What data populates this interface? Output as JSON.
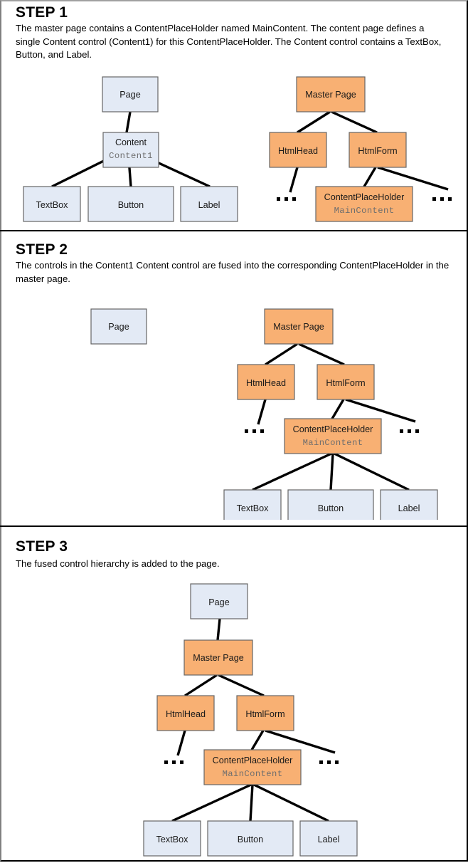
{
  "diagram_title": "ASP.NET master page and content page control hierarchy fusion",
  "palette": {
    "blue_fill": "#e3eaf5",
    "orange_fill": "#f8b073",
    "box_border": "#666666",
    "edge": "#000000",
    "sub_text": "#6e6e6e",
    "background": "#ffffff"
  },
  "steps": [
    {
      "title": "STEP 1",
      "description": "The master page contains a ContentPlaceHolder named MainContent. The content page defines a single Content control (Content1) for this ContentPlaceHolder. The Content control contains a TextBox, Button, and Label.",
      "nodes": {
        "page": "Page",
        "content": "Content",
        "content_sub": "Content1",
        "textbox": "TextBox",
        "button": "Button",
        "label": "Label",
        "master_page": "Master Page",
        "html_head": "HtmlHead",
        "html_form": "HtmlForm",
        "content_placeholder": "ContentPlaceHolder",
        "content_placeholder_sub": "MainContent",
        "ellipsis": "..."
      }
    },
    {
      "title": "STEP 2",
      "description": "The controls in the Content1 Content control are fused into the corresponding ContentPlaceHolder in the master page.",
      "nodes": {
        "page": "Page",
        "master_page": "Master Page",
        "html_head": "HtmlHead",
        "html_form": "HtmlForm",
        "content_placeholder": "ContentPlaceHolder",
        "content_placeholder_sub": "MainContent",
        "textbox": "TextBox",
        "button": "Button",
        "label": "Label",
        "ellipsis": "..."
      }
    },
    {
      "title": "STEP 3",
      "description": "The fused control hierarchy is added to the page.",
      "nodes": {
        "page": "Page",
        "master_page": "Master Page",
        "html_head": "HtmlHead",
        "html_form": "HtmlForm",
        "content_placeholder": "ContentPlaceHolder",
        "content_placeholder_sub": "MainContent",
        "textbox": "TextBox",
        "button": "Button",
        "label": "Label",
        "ellipsis": "..."
      }
    }
  ]
}
